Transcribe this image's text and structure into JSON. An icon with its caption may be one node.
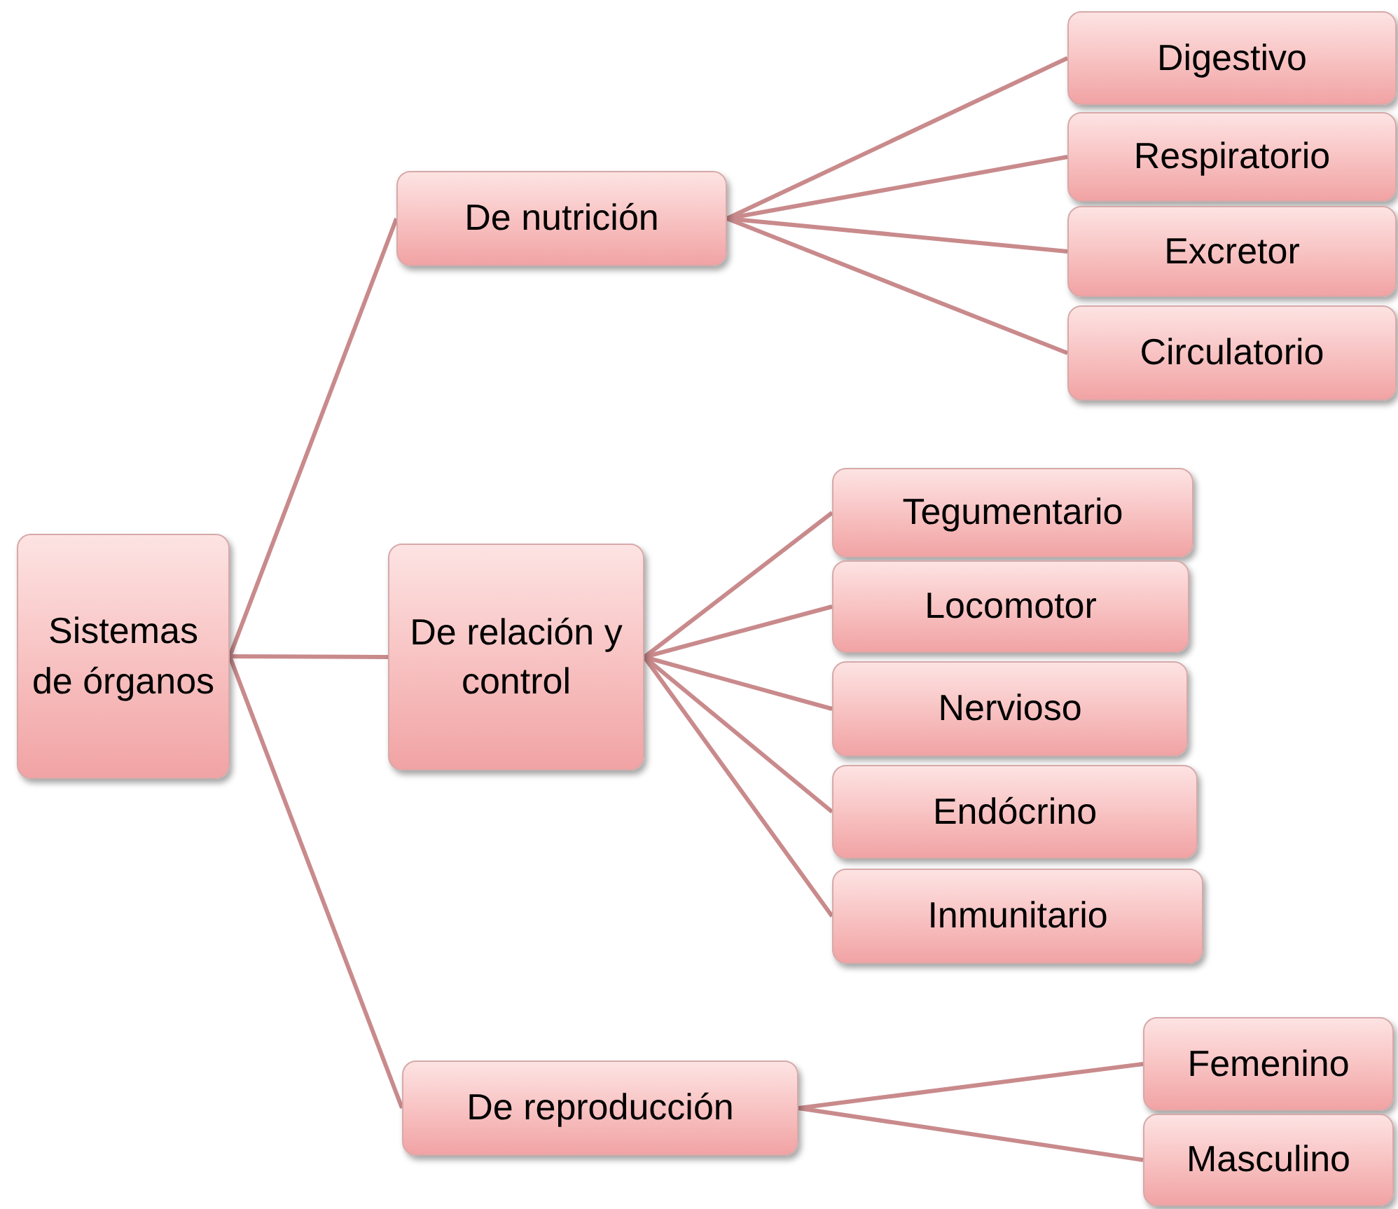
{
  "diagram": {
    "nodes": [
      {
        "text": [
          "Sistemas de órganos"
        ]
      },
      {
        "text": [
          "De nutrición"
        ]
      },
      {
        "text": [
          "De relación y control"
        ]
      },
      {
        "text": [
          "De reproducción"
        ]
      },
      {
        "text": [
          "Digestivo"
        ]
      },
      {
        "text": [
          "Respiratorio"
        ]
      },
      {
        "text": [
          "Excretor"
        ]
      },
      {
        "text": [
          "Circulatorio"
        ]
      },
      {
        "text": [
          "Tegumentario"
        ]
      },
      {
        "text": [
          "Locomotor"
        ]
      },
      {
        "text": [
          "Nervioso"
        ]
      },
      {
        "text": [
          "Endócrino"
        ]
      },
      {
        "text": [
          "Inmunitario"
        ]
      },
      {
        "text": [
          "Femenino"
        ]
      },
      {
        "text": [
          "Masculino"
        ]
      }
    ],
    "edges": [
      {
        "from": 0,
        "to": 1,
        "arrow": "none"
      },
      {
        "from": 0,
        "to": 2,
        "arrow": "none"
      },
      {
        "from": 0,
        "to": 3,
        "arrow": "none"
      },
      {
        "from": 1,
        "to": 4,
        "arrow": "none"
      },
      {
        "from": 1,
        "to": 5,
        "arrow": "none"
      },
      {
        "from": 1,
        "to": 6,
        "arrow": "none"
      },
      {
        "from": 1,
        "to": 7,
        "arrow": "none"
      },
      {
        "from": 2,
        "to": 8,
        "arrow": "none"
      },
      {
        "from": 2,
        "to": 9,
        "arrow": "none"
      },
      {
        "from": 2,
        "to": 10,
        "arrow": "none"
      },
      {
        "from": 2,
        "to": 11,
        "arrow": "none"
      },
      {
        "from": 2,
        "to": 12,
        "arrow": "none"
      },
      {
        "from": 3,
        "to": 13,
        "arrow": "none"
      },
      {
        "from": 3,
        "to": 14,
        "arrow": "none"
      }
    ]
  }
}
